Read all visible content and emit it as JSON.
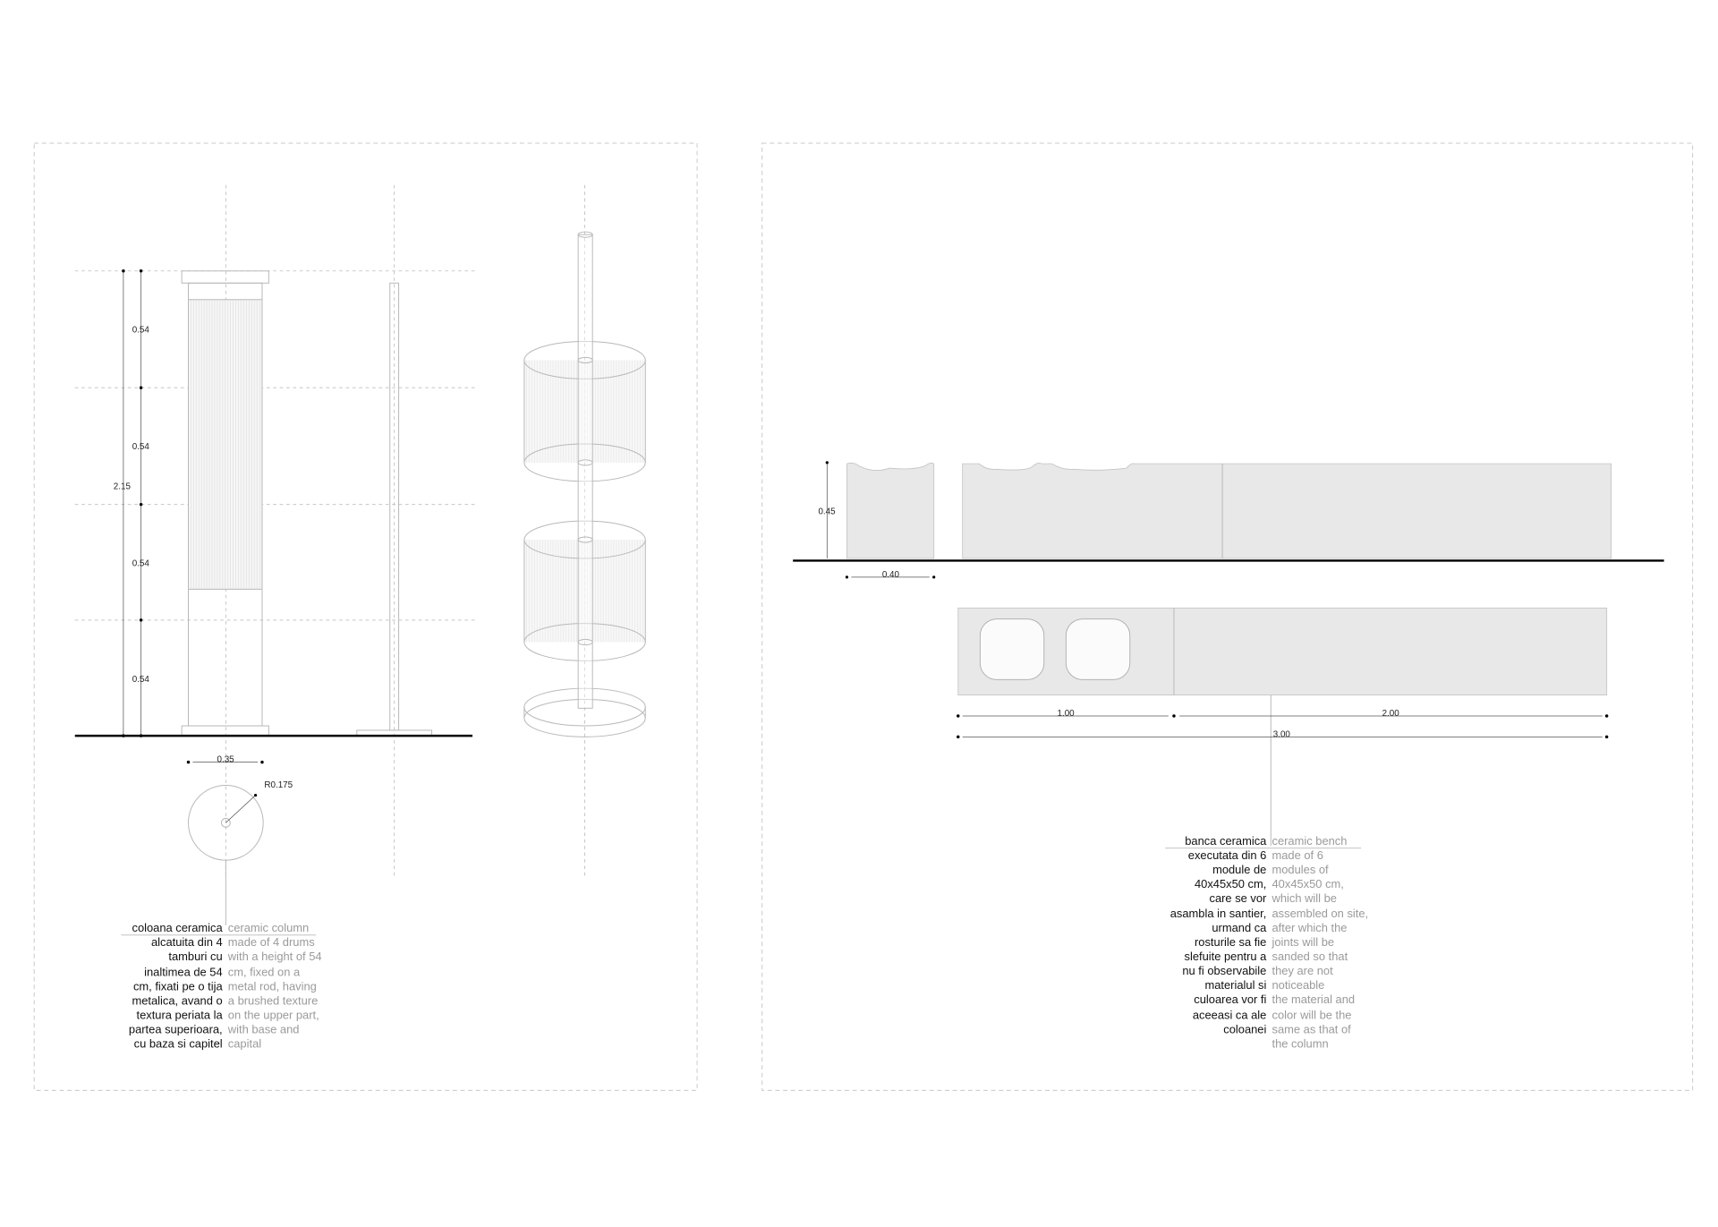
{
  "column": {
    "dimensions": {
      "total_height": "2.15",
      "drum_heights": [
        "0.54",
        "0.54",
        "0.54",
        "0.54"
      ],
      "diameter": "0.35",
      "radius": "R0.175"
    },
    "description_ro": [
      "coloana ceramica",
      "alcatuita din 4",
      "tamburi cu",
      "inaltimea de 54",
      "cm, fixati pe o tija",
      "metalica, avand o",
      "textura periata la",
      "partea superioara,",
      "cu baza si capitel"
    ],
    "description_en": [
      "ceramic column",
      "made of 4 drums",
      "with a height of 54",
      "cm, fixed on a",
      "metal rod, having",
      "a brushed texture",
      "on the upper part,",
      "with base and",
      "capital"
    ]
  },
  "bench": {
    "dimensions": {
      "height": "0.45",
      "module_width": "0.40",
      "part1": "1.00",
      "part2": "2.00",
      "total": "3.00"
    },
    "description_ro": [
      "banca ceramica",
      "executata din 6",
      "module de",
      "40x45x50 cm,",
      "care se vor",
      "asambla in santier,",
      "urmand ca",
      "rosturile sa fie",
      "slefuite pentru a",
      "nu fi observabile",
      "materialul si",
      "culoarea vor fi",
      "aceeasi ca ale",
      "coloanei"
    ],
    "description_en": [
      "ceramic bench",
      "made of 6",
      "modules of",
      "40x45x50 cm,",
      "which will be",
      "assembled on site,",
      "after which the",
      "joints will be",
      "sanded so that",
      "they are not",
      "noticeable",
      "the material and",
      "color will be the",
      "same as that of",
      "the column"
    ]
  }
}
